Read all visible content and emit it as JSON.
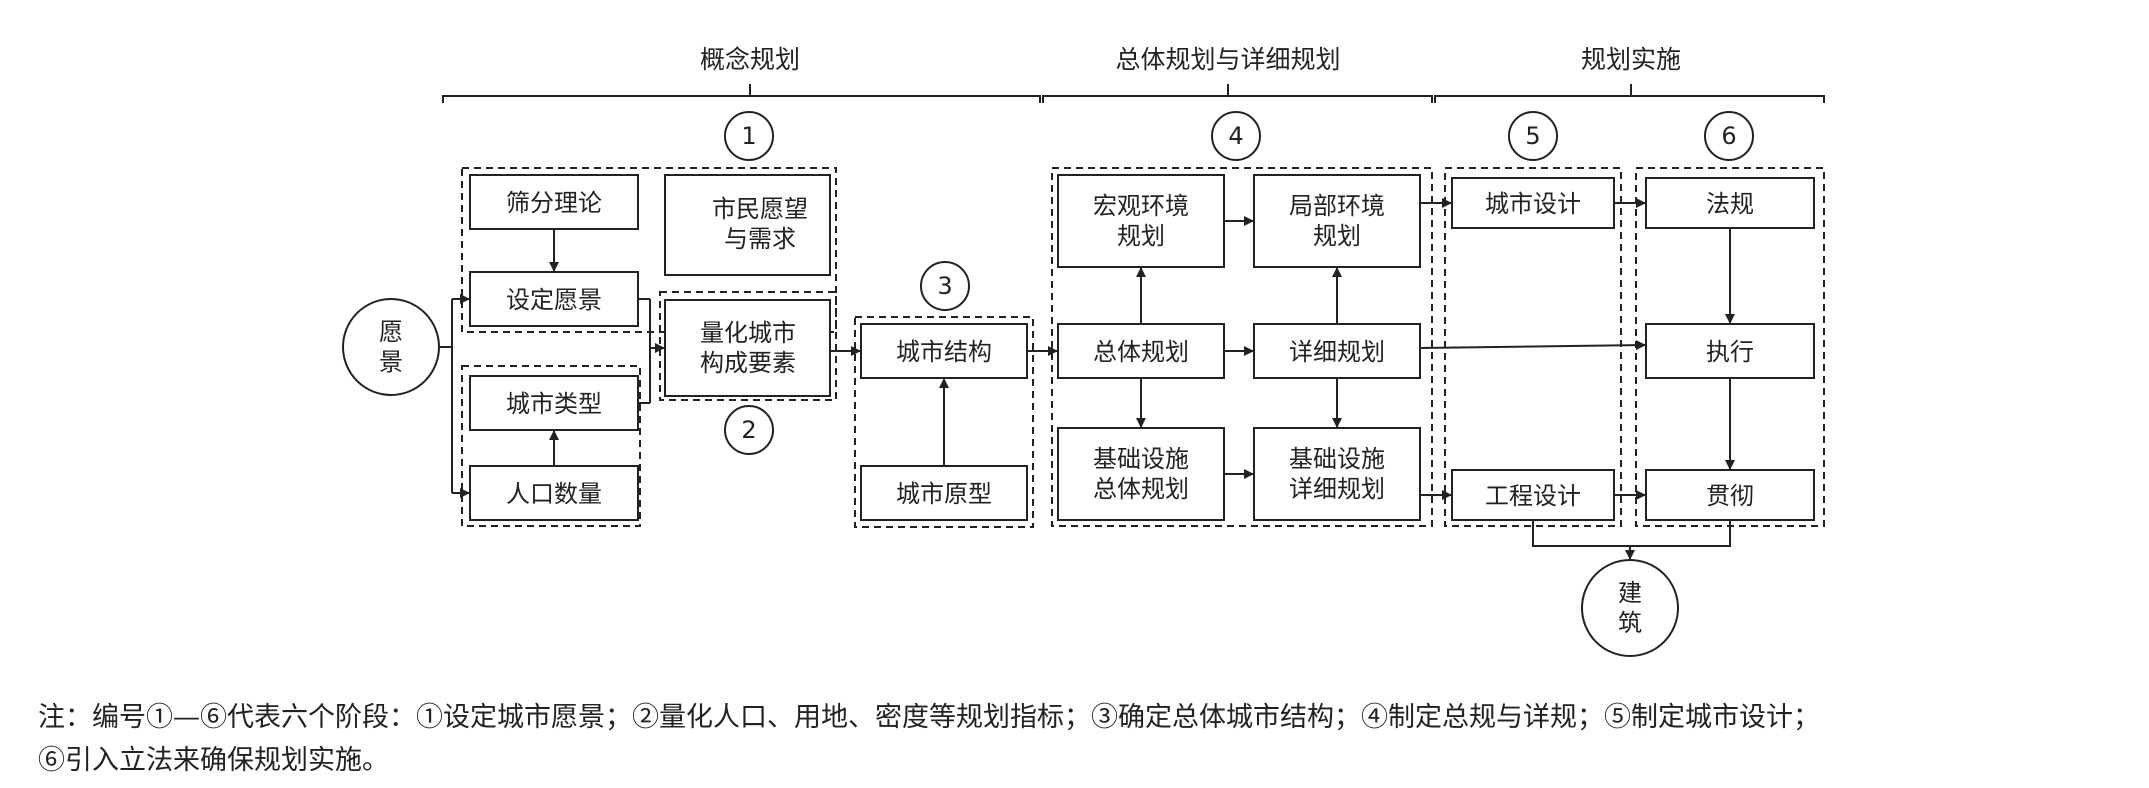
{
  "stages": {
    "concept": "概念规划",
    "master_detail": "总体规划与详细规划",
    "implementation": "规划实施"
  },
  "markers": [
    "1",
    "2",
    "3",
    "4",
    "5",
    "6"
  ],
  "start_node": [
    "愿",
    "景"
  ],
  "end_node": [
    "建",
    "筑"
  ],
  "boxes": {
    "sifen": "筛分理论",
    "shimin_1": "市民愿望",
    "shimin_2": "与需求",
    "sheding": "设定愿景",
    "lianghua_1": "量化城市",
    "lianghua_2": "构成要素",
    "chengshi_leixing": "城市类型",
    "renkou": "人口数量",
    "chengshi_jiegou": "城市结构",
    "chengshi_yuanxing": "城市原型",
    "hongguan_1": "宏观环境",
    "hongguan_2": "规划",
    "jubu_1": "局部环境",
    "jubu_2": "规划",
    "zongti": "总体规划",
    "xiangxi": "详细规划",
    "jichu_zongti_1": "基础设施",
    "jichu_zongti_2": "总体规划",
    "jichu_xiangxi_1": "基础设施",
    "jichu_xiangxi_2": "详细规划",
    "chengshi_sheji": "城市设计",
    "gongcheng_sheji": "工程设计",
    "fagui": "法规",
    "zhixing": "执行",
    "guanche": "贯彻"
  },
  "note": {
    "line1": "注：编号①—⑥代表六个阶段：①设定城市愿景；②量化人口、用地、密度等规划指标；③确定总体城市结构；④制定总规与详规；⑤制定城市设计；",
    "line2": "⑥引入立法来确保规划实施。"
  }
}
